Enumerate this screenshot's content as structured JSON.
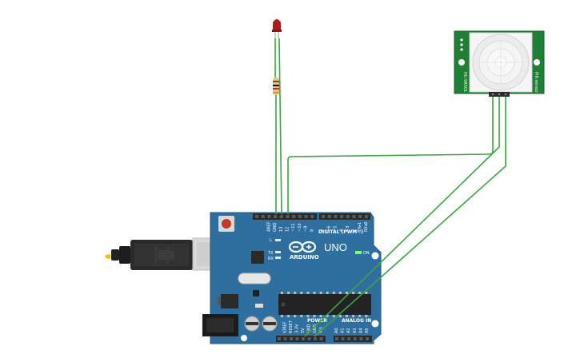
{
  "board": {
    "brand": "ARDUINO",
    "model": "UNO",
    "on_label": "ON",
    "digital_label": "DIGITAL (PWM~)",
    "analog_label": "ANALOG IN",
    "power_label": "POWER",
    "led_l": "L",
    "led_tx": "TX",
    "led_rx": "RX",
    "top_pins": [
      "AREF",
      "GND",
      "13",
      "12",
      "~11",
      "~10",
      "~9",
      "8",
      "7",
      "~6",
      "~5",
      "4",
      "~3",
      "2",
      "TX▸1",
      "RX◂0"
    ],
    "power_pins": [
      "IOREF",
      "RESET",
      "3.3V",
      "5V",
      "GND",
      "GND",
      "Vin"
    ],
    "analog_pins": [
      "A0",
      "A1",
      "A2",
      "A3",
      "A4",
      "A5"
    ]
  },
  "sensor": {
    "left_text": "HC-SR501",
    "right_text": "PIR sensor"
  },
  "colors": {
    "board": "#2f6f9f",
    "board_edge": "#24577d",
    "header": "#2b2b2b",
    "wire": "#3aa541",
    "sensor_pcb": "#1f7f35",
    "led": "#b01c1c"
  }
}
